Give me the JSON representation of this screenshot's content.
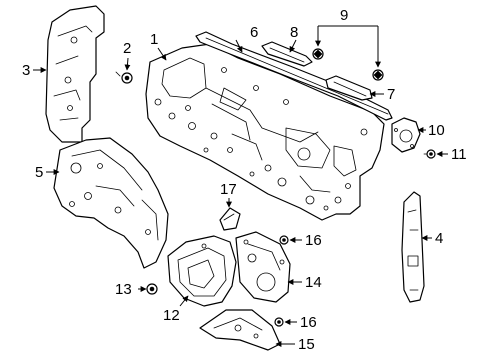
{
  "callouts": {
    "c1": "1",
    "c2": "2",
    "c3": "3",
    "c4": "4",
    "c5": "5",
    "c6": "6",
    "c7": "7",
    "c8": "8",
    "c9": "9",
    "c10": "10",
    "c11": "11",
    "c12": "12",
    "c13": "13",
    "c14": "14",
    "c15": "15",
    "c16a": "16",
    "c16b": "16",
    "c17": "17"
  },
  "colors": {
    "line": "#000000",
    "background": "#ffffff"
  }
}
